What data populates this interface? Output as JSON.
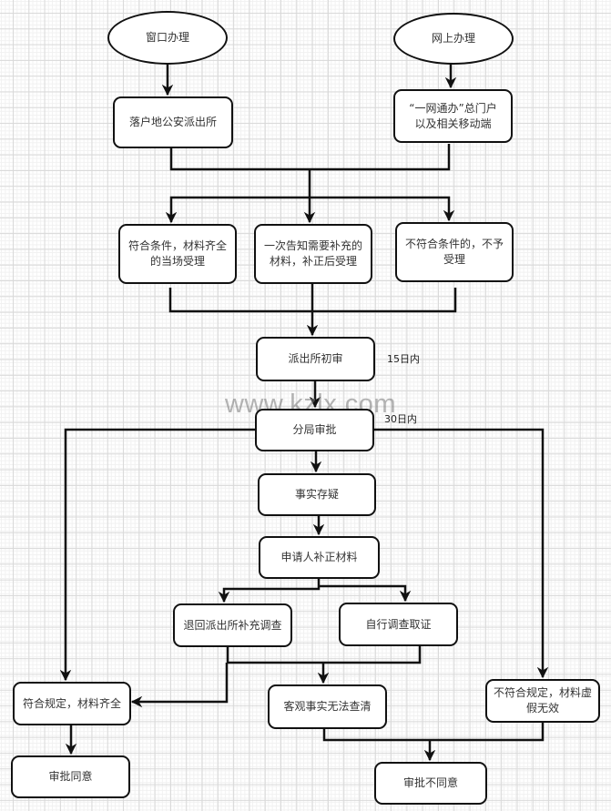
{
  "diagram": {
    "type": "flowchart",
    "nodes": {
      "window": "窗口办理",
      "online": "网上办理",
      "police_station": "落户地公安派出所",
      "portal": "“一网通办”总门户以及相关移动端",
      "accept_onsite": "符合条件，材料齐全的当场受理",
      "notify_supplement": "一次告知需要补充的材料，补正后受理",
      "reject": "不符合条件的，不予受理",
      "initial_review": "派出所初审",
      "bureau_approval": "分局审批",
      "facts_doubtful": "事实存疑",
      "applicant_supplement": "申请人补正材料",
      "return_investigation": "退回派出所补充调查",
      "self_investigation": "自行调查取证",
      "compliant": "符合规定，材料齐全",
      "unclear": "客观事实无法查清",
      "noncompliant": "不符合规定，材料虚假无效",
      "approved": "审批同意",
      "not_approved": "审批不同意"
    },
    "notes": {
      "initial_review_limit": "15日内",
      "bureau_limit": "30日内"
    },
    "edges": [
      [
        "window",
        "police_station"
      ],
      [
        "online",
        "portal"
      ],
      [
        "police_station",
        "accept_onsite"
      ],
      [
        "police_station",
        "notify_supplement"
      ],
      [
        "police_station",
        "reject"
      ],
      [
        "portal",
        "accept_onsite"
      ],
      [
        "portal",
        "notify_supplement"
      ],
      [
        "portal",
        "reject"
      ],
      [
        "accept_onsite",
        "initial_review"
      ],
      [
        "notify_supplement",
        "initial_review"
      ],
      [
        "reject",
        "initial_review"
      ],
      [
        "initial_review",
        "bureau_approval"
      ],
      [
        "bureau_approval",
        "compliant"
      ],
      [
        "bureau_approval",
        "facts_doubtful"
      ],
      [
        "bureau_approval",
        "noncompliant"
      ],
      [
        "facts_doubtful",
        "applicant_supplement"
      ],
      [
        "applicant_supplement",
        "return_investigation"
      ],
      [
        "applicant_supplement",
        "self_investigation"
      ],
      [
        "return_investigation",
        "compliant"
      ],
      [
        "return_investigation",
        "unclear"
      ],
      [
        "self_investigation",
        "unclear"
      ],
      [
        "compliant",
        "approved"
      ],
      [
        "unclear",
        "not_approved"
      ],
      [
        "noncompliant",
        "not_approved"
      ]
    ]
  },
  "watermark": "www.kzlx.com",
  "colors": {
    "stroke": "#111111",
    "grid": "#d9d9d9"
  }
}
